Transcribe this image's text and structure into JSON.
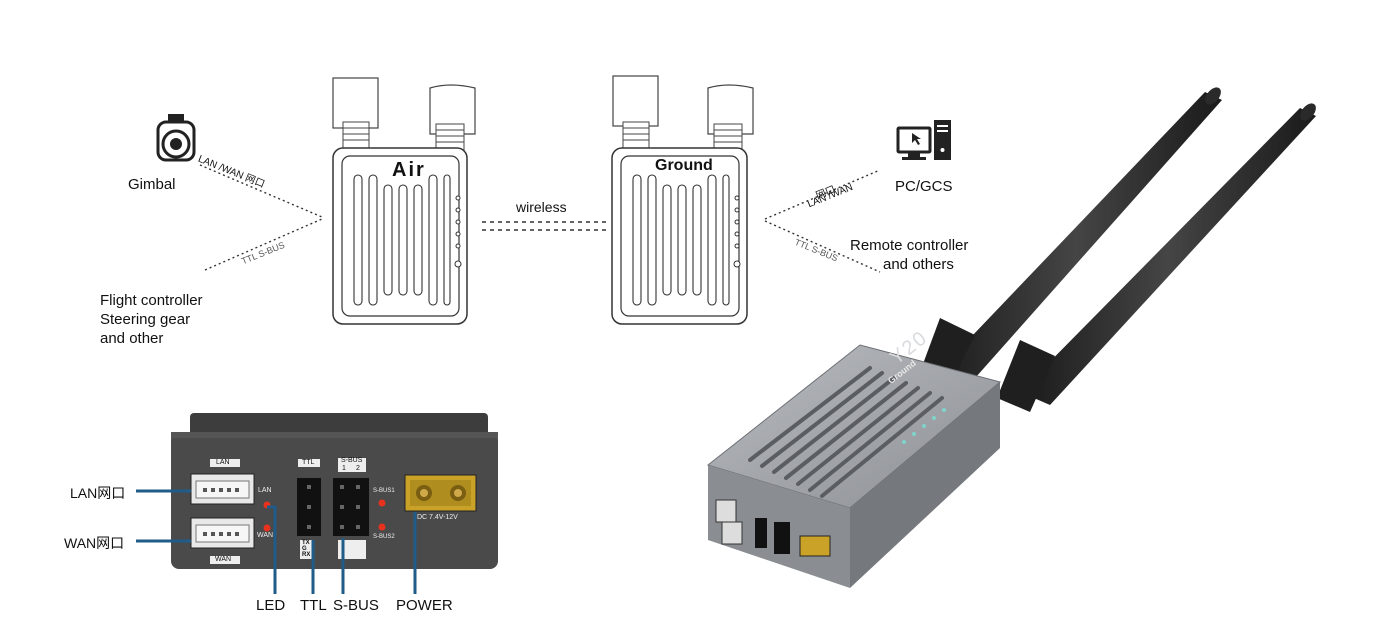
{
  "top": {
    "gimbal": "Gimbal",
    "lan_wan_left": "LAN /WAN 网口",
    "ttl_sbus_left": "TTL S-BUS",
    "flight_lines": [
      "Flight controller",
      "Steering gear",
      "and other"
    ],
    "air_label": "Air",
    "wireless": "wireless",
    "ground_label": "Ground",
    "wan_right_cn": "网口",
    "lan_wan_right": "LAN /WAN",
    "ttl_sbus_right": "TTL S-BUS",
    "pc_gcs": "PC/GCS",
    "remote_lines": [
      "Remote controller",
      "and others"
    ]
  },
  "panel": {
    "lan_port_label": "LAN",
    "wan_port_label": "WAN",
    "lan_led_label": "LAN",
    "wan_led_label": "WAN",
    "ttl_header": "TTL",
    "sbus_header": "S-BUS",
    "sbus_nums": [
      "1",
      "2"
    ],
    "ttl_pins": [
      "TX",
      "G",
      "RX"
    ],
    "sbus1_led": "S-BUS1",
    "sbus2_led": "S-BUS2",
    "power_spec": "DC 7.4V-12V",
    "callout_lan": "LAN网口",
    "callout_wan": "WAN网口",
    "callout_led": "LED",
    "callout_ttl": "TTL",
    "callout_sbus": "S-BUS",
    "callout_power": "POWER"
  },
  "product": {
    "model": "Y20",
    "variant": "Ground"
  },
  "colors": {
    "callout_line": "#1f5c8a",
    "led_red": "#e8321e",
    "power_connector": "#c9a227",
    "panel_body": "#4a4a4a",
    "antenna": "#2a2a2a",
    "device_metal": "#9b9ea3"
  }
}
